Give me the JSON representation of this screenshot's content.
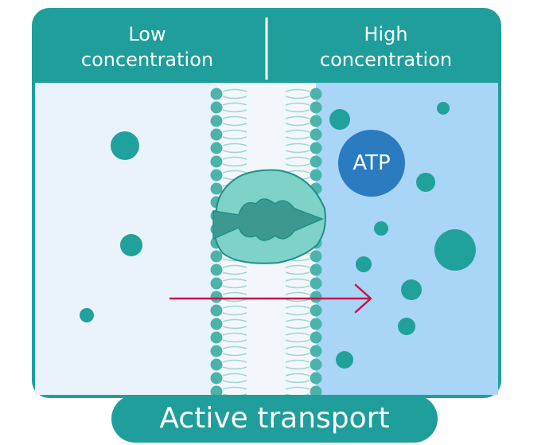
{
  "diagram": {
    "left_label": "Low\nconcentration",
    "right_label": "High\nconcentration",
    "atp_label": "ATP",
    "title": "Active transport"
  },
  "colors": {
    "teal_dark": "#1f9e9c",
    "teal_molecule": "#21a19b",
    "low_side_bg": "#eaf3fb",
    "high_side_bg": "#a9d5f6",
    "atp_blue": "#2a7bc0",
    "arrow": "#c4164b",
    "membrane_head": "#4cb3aa",
    "protein_fill": "#7fd2c8"
  },
  "icons": {
    "left_molecules": "small-molecule",
    "right_molecules": "small-molecule",
    "membrane": "phospholipid-bilayer",
    "protein": "carrier-protein",
    "arrow": "right-arrow"
  }
}
